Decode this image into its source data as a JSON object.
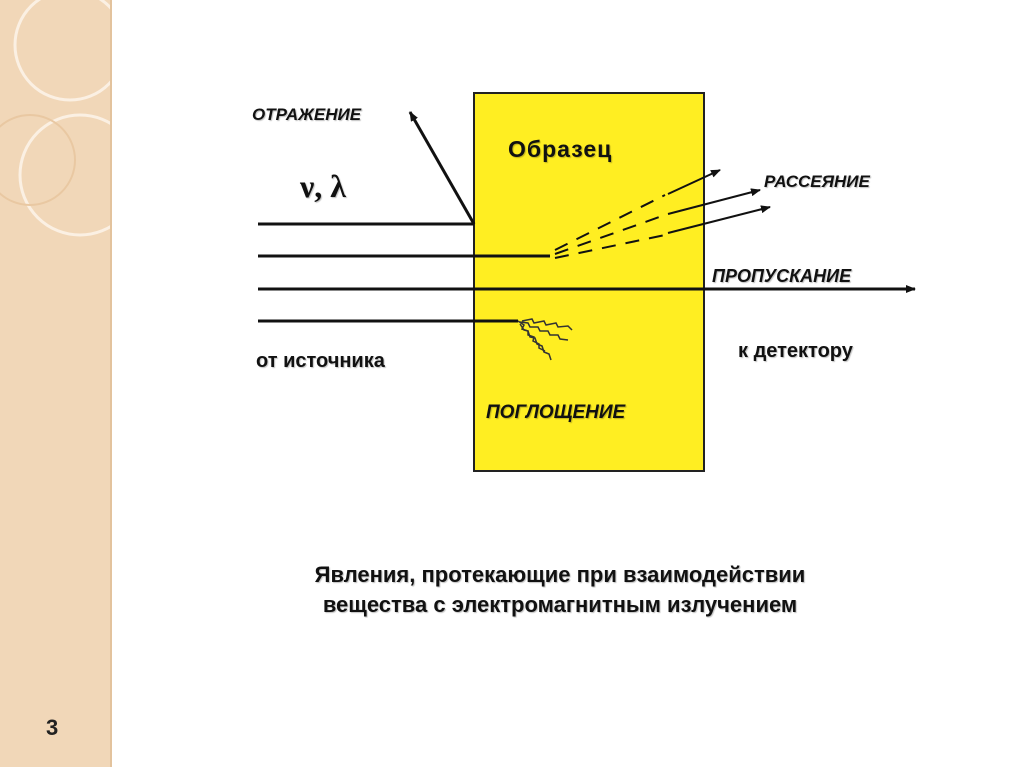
{
  "slide": {
    "number": "3"
  },
  "diagram": {
    "sample_label": "Образец",
    "reflection": "ОТРАЖЕНИЕ",
    "frequency_wavelength": "ν, λ",
    "scattering": "РАССЕЯНИЕ",
    "transmission": "ПРОПУСКАНИЕ",
    "from_source": "от источника",
    "to_detector": "к детектору",
    "absorption": "ПОГЛОЩЕНИЕ"
  },
  "caption": {
    "line1": "Явления, протекающие при взаимодействии",
    "line2": "вещества с электромагнитным излучением"
  },
  "colors": {
    "sample_fill": "#ffee22",
    "band": "#f1d7b8"
  }
}
